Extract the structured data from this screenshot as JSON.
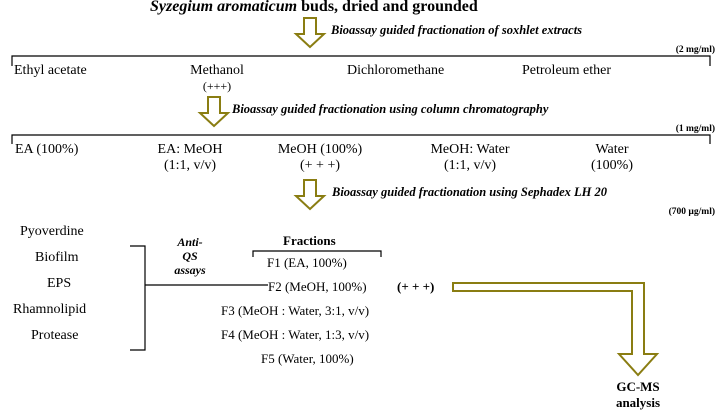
{
  "title": {
    "species": "Syzegium aromaticum",
    "rest": " buds, dried and grounded"
  },
  "steps": [
    {
      "label": "Bioassay guided fractionation of soxhlet extracts",
      "conc": "(2 mg/ml)"
    },
    {
      "label": "Bioassay guided fractionation using column chromatography",
      "conc": "(1 mg/ml)"
    },
    {
      "label": "Bioassay guided fractionation using Sephadex LH 20",
      "conc": "(700 µg/ml)"
    }
  ],
  "soxhlet_extracts": [
    {
      "name": "Ethyl acetate",
      "activity": ""
    },
    {
      "name": "Methanol",
      "activity": "(+++)"
    },
    {
      "name": "Dichloromethane",
      "activity": ""
    },
    {
      "name": "Petroleum ether",
      "activity": ""
    }
  ],
  "column_fractions": [
    {
      "line1": "EA (100%)",
      "line2": ""
    },
    {
      "line1": "EA: MeOH",
      "line2": "(1:1, v/v)"
    },
    {
      "line1": "MeOH (100%)",
      "line2": "(+ + +)"
    },
    {
      "line1": "MeOH: Water",
      "line2": "(1:1, v/v)"
    },
    {
      "line1": "Water",
      "line2": "(100%)"
    }
  ],
  "assays": [
    "Pyoverdine",
    "Biofilm",
    "EPS",
    "Rhamnolipid",
    "Protease"
  ],
  "assay_group_label": {
    "line1": "Anti-",
    "line2": "QS",
    "line3": "assays"
  },
  "fractions_heading": "Fractions",
  "sephadex_fractions": [
    "F1 (EA, 100%)",
    "F2 (MeOH, 100%)",
    "F3 (MeOH : Water, 3:1, v/v)",
    "F4 (MeOH : Water, 1:3, v/v)",
    "F5 (Water, 100%)"
  ],
  "active_marker": "(+ + +)",
  "final_step": {
    "line1": "GC-MS",
    "line2": "analysis"
  },
  "colors": {
    "arrow_outline": "#8a7d12",
    "arrow_fill": "#ffffff",
    "line": "#000000"
  }
}
